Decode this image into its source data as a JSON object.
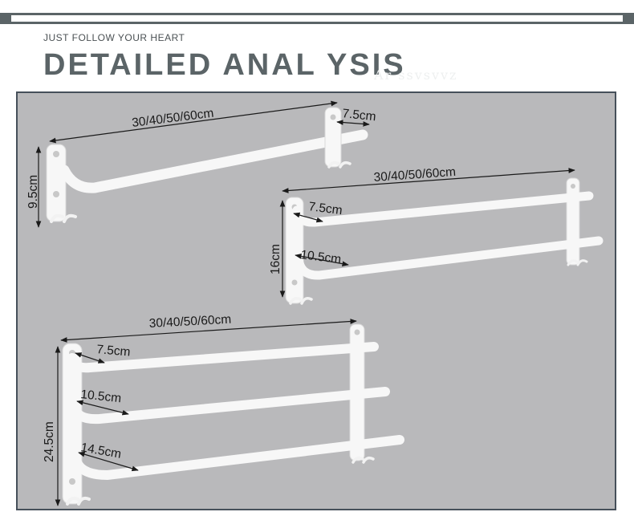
{
  "header": {
    "subtitle": "JUST FOLLOW YOUR HEART",
    "title": "DETAILED ANAL YSIS",
    "ghost_text": "Ar ssvsvvz"
  },
  "colors": {
    "frame": "#5b6467",
    "panel_background": "#b9b9bb",
    "panel_border": "#46505a",
    "rack": "#f7f7f7",
    "dimension_text": "#1a1a1a"
  },
  "racks": [
    {
      "name": "single-tier",
      "width_label": "30/40/50/60cm",
      "height_label": "9.5cm",
      "depth_labels": [
        "7.5cm"
      ]
    },
    {
      "name": "double-tier",
      "width_label": "30/40/50/60cm",
      "height_label": "16cm",
      "depth_labels": [
        "7.5cm",
        "10.5cm"
      ]
    },
    {
      "name": "triple-tier",
      "width_label": "30/40/50/60cm",
      "height_label": "24.5cm",
      "depth_labels": [
        "7.5cm",
        "10.5cm",
        "14.5cm"
      ]
    }
  ]
}
